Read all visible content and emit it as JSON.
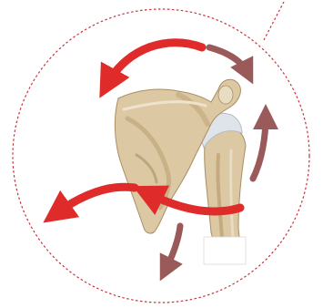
{
  "figure": {
    "subject": "shoulder-joint-motion-illustration",
    "colors": {
      "background": "#ffffff",
      "dashed_outline": "#c8323c",
      "bone_fill": "#dcc9a4",
      "bone_shade": "#c4ab7f",
      "bone_dark": "#a98d63",
      "cartilage": "#dfe4ea",
      "arrow_red": "#e02b2b",
      "arrow_brown": "#9b5a5a",
      "label_box": "#ffffff"
    },
    "icons": [
      "scapula-bone",
      "humerus-bone",
      "joint-cartilage",
      "curved-arrow-red",
      "curved-arrow-brown"
    ]
  }
}
